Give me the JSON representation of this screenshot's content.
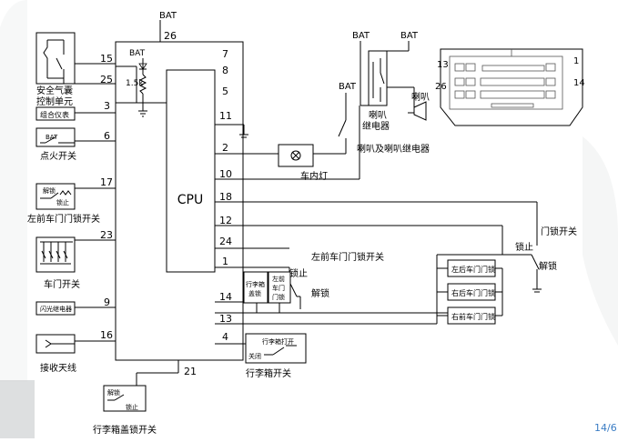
{
  "ecu": {
    "cpu_label": "CPU",
    "bat_top": "BAT",
    "bat_inner": "BAT",
    "resistor": "1.5k",
    "pins": {
      "p26": "26",
      "p7": "7",
      "p8": "8",
      "p5": "5",
      "p11": "11",
      "p2": "2",
      "p10": "10",
      "p18": "18",
      "p12": "12",
      "p24": "24",
      "p1": "1",
      "p14": "14",
      "p13": "13",
      "p4": "4",
      "p21": "21",
      "p15": "15",
      "p25": "25",
      "p3": "3",
      "p6": "6",
      "p17": "17",
      "p23": "23",
      "p9": "9",
      "p16": "16"
    }
  },
  "left": {
    "airbag_line1": "安全气囊",
    "airbag_line2": "控制单元",
    "meter": "组合仪表",
    "ign_bat": "BAT",
    "ign": "点火开关",
    "fl_unlock": "解锁",
    "fl_lock": "锁止",
    "fl_switch": "左前车门门锁开关",
    "door_switch": "车门开关",
    "flash_relay": "闪光继电器",
    "antenna": "接收天线",
    "trunk_unlock": "解锁",
    "trunk_lock": "锁止",
    "trunk_lid": "行李箱盖锁开关"
  },
  "right": {
    "bat1": "BAT",
    "bat2": "BAT",
    "bat3": "BAT",
    "horn_relay_l1": "喇叭",
    "horn_relay_l2": "继电器",
    "horn": "喇叭",
    "horn_and_relay": "喇叭及喇叭继电器",
    "cabin_lamp": "车内灯",
    "door_lock_switch": "门锁开关",
    "lock": "锁止",
    "unlock": "解锁",
    "fl_door_lock_switch": "左前车门门锁开关",
    "fl_lock": "锁止",
    "fl_unlock": "解锁",
    "trunk_cover_l1": "行李箱",
    "trunk_cover_l2": "盖锁",
    "fl_door_l1": "左前",
    "fl_door_l2": "车门",
    "fl_door_l3": "门锁",
    "rl_door": "左后车门门锁",
    "rr_door": "右后车门门锁",
    "fr_door": "右前车门门锁",
    "trunk_open": "行李箱打开",
    "trunk_close": "关闭",
    "trunk_switch": "行李箱开关"
  },
  "connector": {
    "n13": "13",
    "n1": "1",
    "n26": "26",
    "n14": "14"
  },
  "footer": {
    "page": "14/6"
  }
}
